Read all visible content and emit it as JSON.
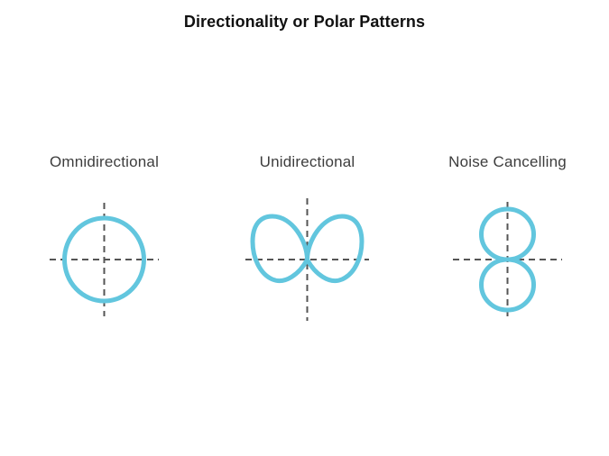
{
  "slide": {
    "title": "Directionality or Polar Patterns",
    "background_color": "#ffffff",
    "title_color": "#111111",
    "label_color": "#3d3d3d",
    "curve_color": "#62c6de",
    "axis_color": "#555555"
  },
  "patterns": [
    {
      "id": "omnidirectional",
      "label": "Omnidirectional",
      "shape": "circle",
      "description": "Single circle centered on the crosshair axes"
    },
    {
      "id": "unidirectional",
      "label": "Unidirectional",
      "shape": "cardioid",
      "description": "Heart shaped cardioid with cusp at the crosshair center"
    },
    {
      "id": "noise-cancelling",
      "label": "Noise Cancelling",
      "shape": "figure-eight",
      "description": "Two stacked lobes forming a figure eight pinched at the crosshair center"
    }
  ]
}
